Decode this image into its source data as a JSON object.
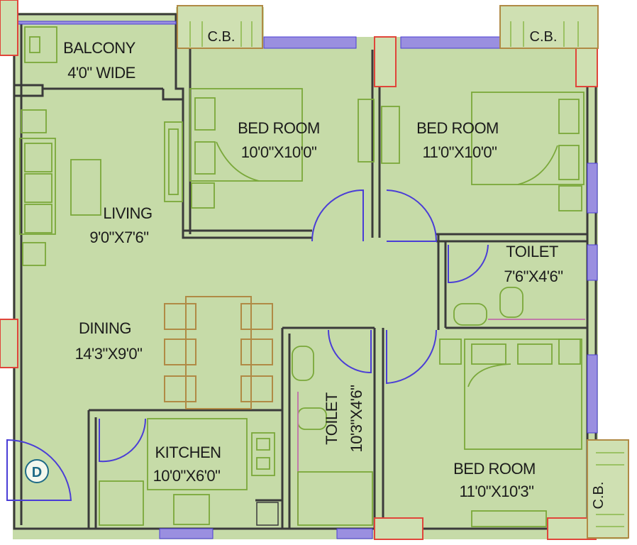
{
  "rooms": {
    "balcony": {
      "name": "BALCONY",
      "size": "4'0\" WIDE"
    },
    "bedroom1": {
      "name": "BED ROOM",
      "size": "10'0\"X10'0\""
    },
    "bedroom2": {
      "name": "BED ROOM",
      "size": "11'0\"X10'0\""
    },
    "living": {
      "name": "LIVING",
      "size": "9'0\"X7'6\""
    },
    "toilet1": {
      "name": "TOILET",
      "size": "7'6\"X4'6\""
    },
    "dining": {
      "name": "DINING",
      "size": "14'3\"X9'0\""
    },
    "toilet2": {
      "name": "TOILET",
      "size": "10'3\"X4'6\""
    },
    "kitchen": {
      "name": "KITCHEN",
      "size": "10'0\"X6'0\""
    },
    "bedroom3": {
      "name": "BED ROOM",
      "size": "11'0\"X10'3\""
    }
  },
  "cupboards": {
    "cb1": "C.B.",
    "cb2": "C.B.",
    "cb3": "C.B."
  },
  "markers": {
    "entry": "D"
  },
  "colors": {
    "floor": "#c6dba8",
    "wall": "#3a3a3a",
    "furniture": "#7aa83a",
    "door": "#4a3dd6",
    "column": "#e0453a"
  }
}
